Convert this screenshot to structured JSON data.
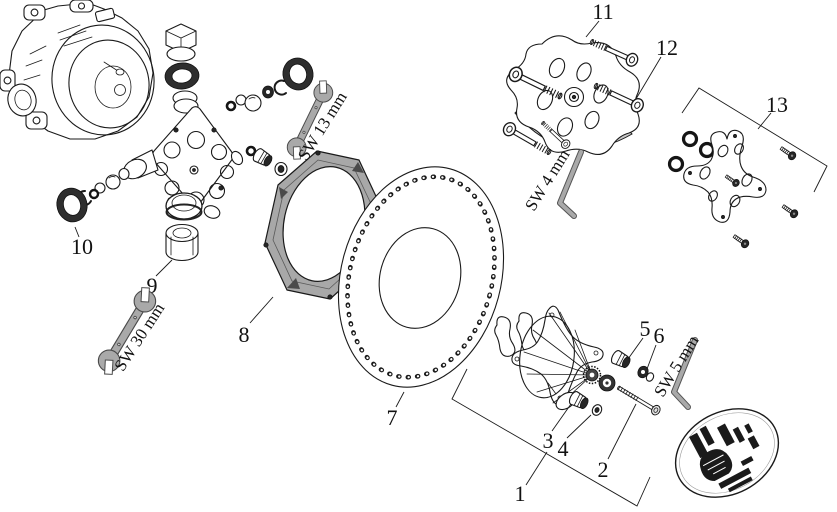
{
  "diagram": {
    "callouts": {
      "c1": "1",
      "c2": "2",
      "c3": "3",
      "c4": "4",
      "c5": "5",
      "c6": "6",
      "c7": "7",
      "c8": "8",
      "c9": "9",
      "c10": "10",
      "c11": "11",
      "c12": "12",
      "c13": "13"
    },
    "tools": {
      "sw30": "SW 30 mm",
      "sw13": "SW 13 mm",
      "sw4": "SW 4 mm",
      "sw5": "SW 5 mm"
    },
    "colors": {
      "background": "#ffffff",
      "line": "#1a1a1a",
      "tool_gray": "#a9a9a9",
      "frame_gray": "#a8a8a8",
      "seal_dark": "#2e2e2e"
    }
  }
}
